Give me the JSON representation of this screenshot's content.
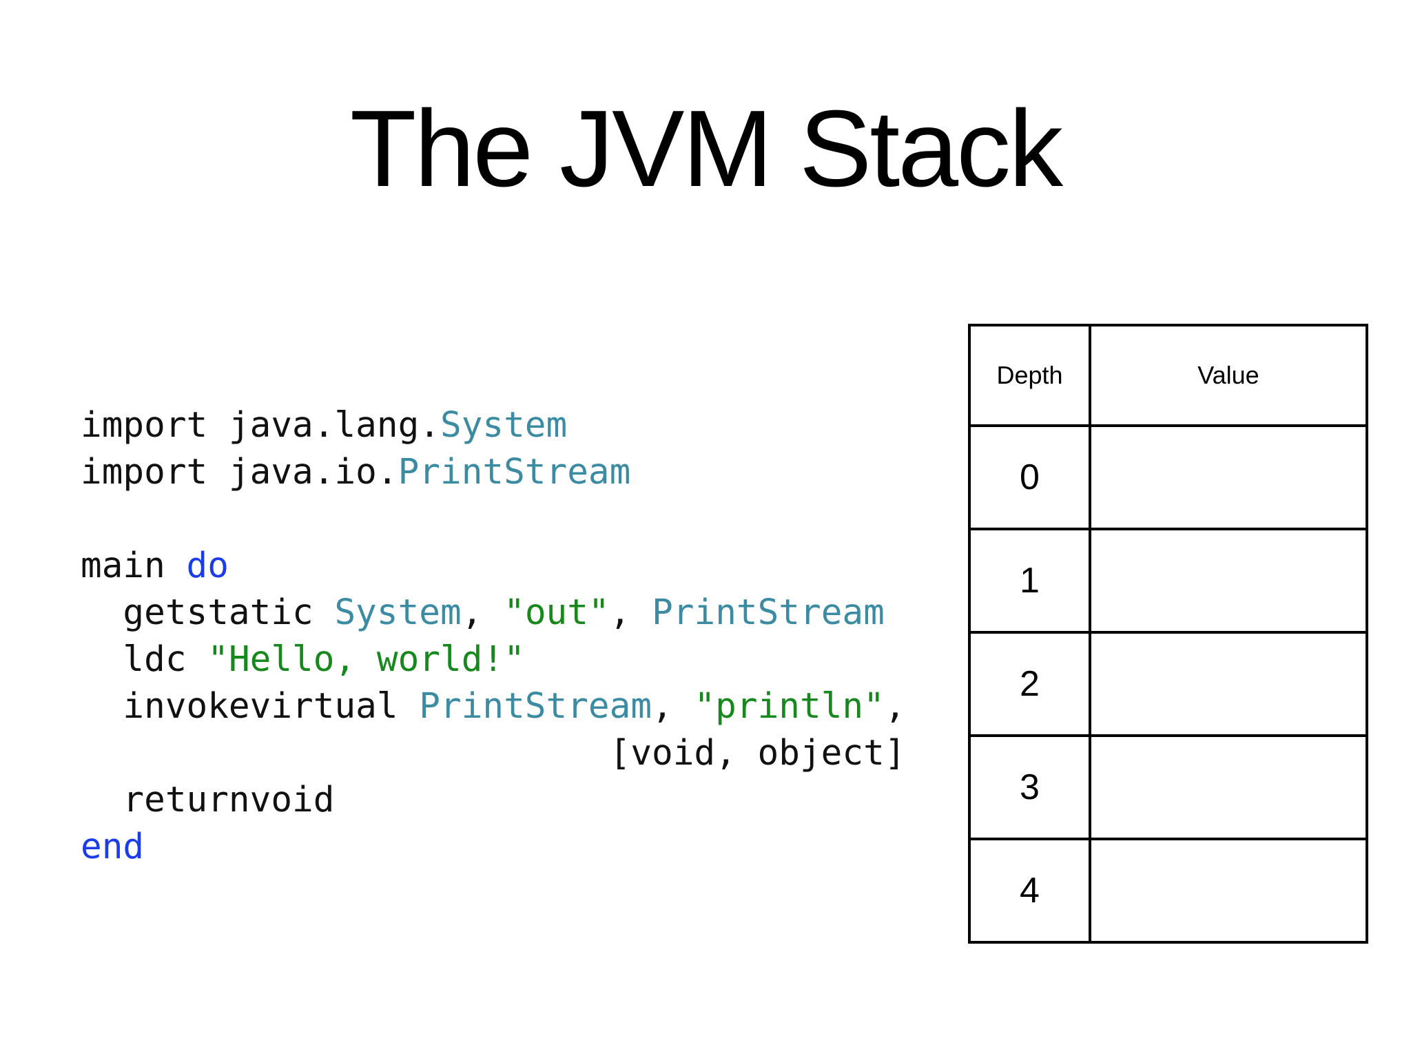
{
  "title": "The JVM Stack",
  "colors": {
    "plain": "#111111",
    "type": "#3b8ba3",
    "string": "#16881c",
    "keyword": "#1a3ceb",
    "table_border": "#000000"
  },
  "code": {
    "lines": [
      {
        "segments": [
          {
            "text": "import java.lang.",
            "style": "plain"
          },
          {
            "text": "System",
            "style": "type"
          }
        ]
      },
      {
        "segments": [
          {
            "text": "import java.io.",
            "style": "plain"
          },
          {
            "text": "PrintStream",
            "style": "type"
          }
        ]
      },
      {
        "segments": []
      },
      {
        "segments": [
          {
            "text": "main ",
            "style": "plain"
          },
          {
            "text": "do",
            "style": "keyword"
          }
        ]
      },
      {
        "segments": [
          {
            "text": "  getstatic ",
            "style": "plain"
          },
          {
            "text": "System",
            "style": "type"
          },
          {
            "text": ", ",
            "style": "plain"
          },
          {
            "text": "\"out\"",
            "style": "string"
          },
          {
            "text": ", ",
            "style": "plain"
          },
          {
            "text": "PrintStream",
            "style": "type"
          }
        ]
      },
      {
        "segments": [
          {
            "text": "  ldc ",
            "style": "plain"
          },
          {
            "text": "\"Hello, world!\"",
            "style": "string"
          }
        ]
      },
      {
        "segments": [
          {
            "text": "  invokevirtual ",
            "style": "plain"
          },
          {
            "text": "PrintStream",
            "style": "type"
          },
          {
            "text": ", ",
            "style": "plain"
          },
          {
            "text": "\"println\"",
            "style": "string"
          },
          {
            "text": ",",
            "style": "plain"
          }
        ]
      },
      {
        "segments": [
          {
            "text": "                         [void, object]",
            "style": "plain"
          }
        ]
      },
      {
        "segments": [
          {
            "text": "  returnvoid",
            "style": "plain"
          }
        ]
      },
      {
        "segments": [
          {
            "text": "end",
            "style": "keyword"
          }
        ]
      }
    ]
  },
  "table": {
    "headers": [
      "Depth",
      "Value"
    ],
    "rows": [
      {
        "depth": "0",
        "value": ""
      },
      {
        "depth": "1",
        "value": ""
      },
      {
        "depth": "2",
        "value": ""
      },
      {
        "depth": "3",
        "value": ""
      },
      {
        "depth": "4",
        "value": ""
      }
    ]
  }
}
